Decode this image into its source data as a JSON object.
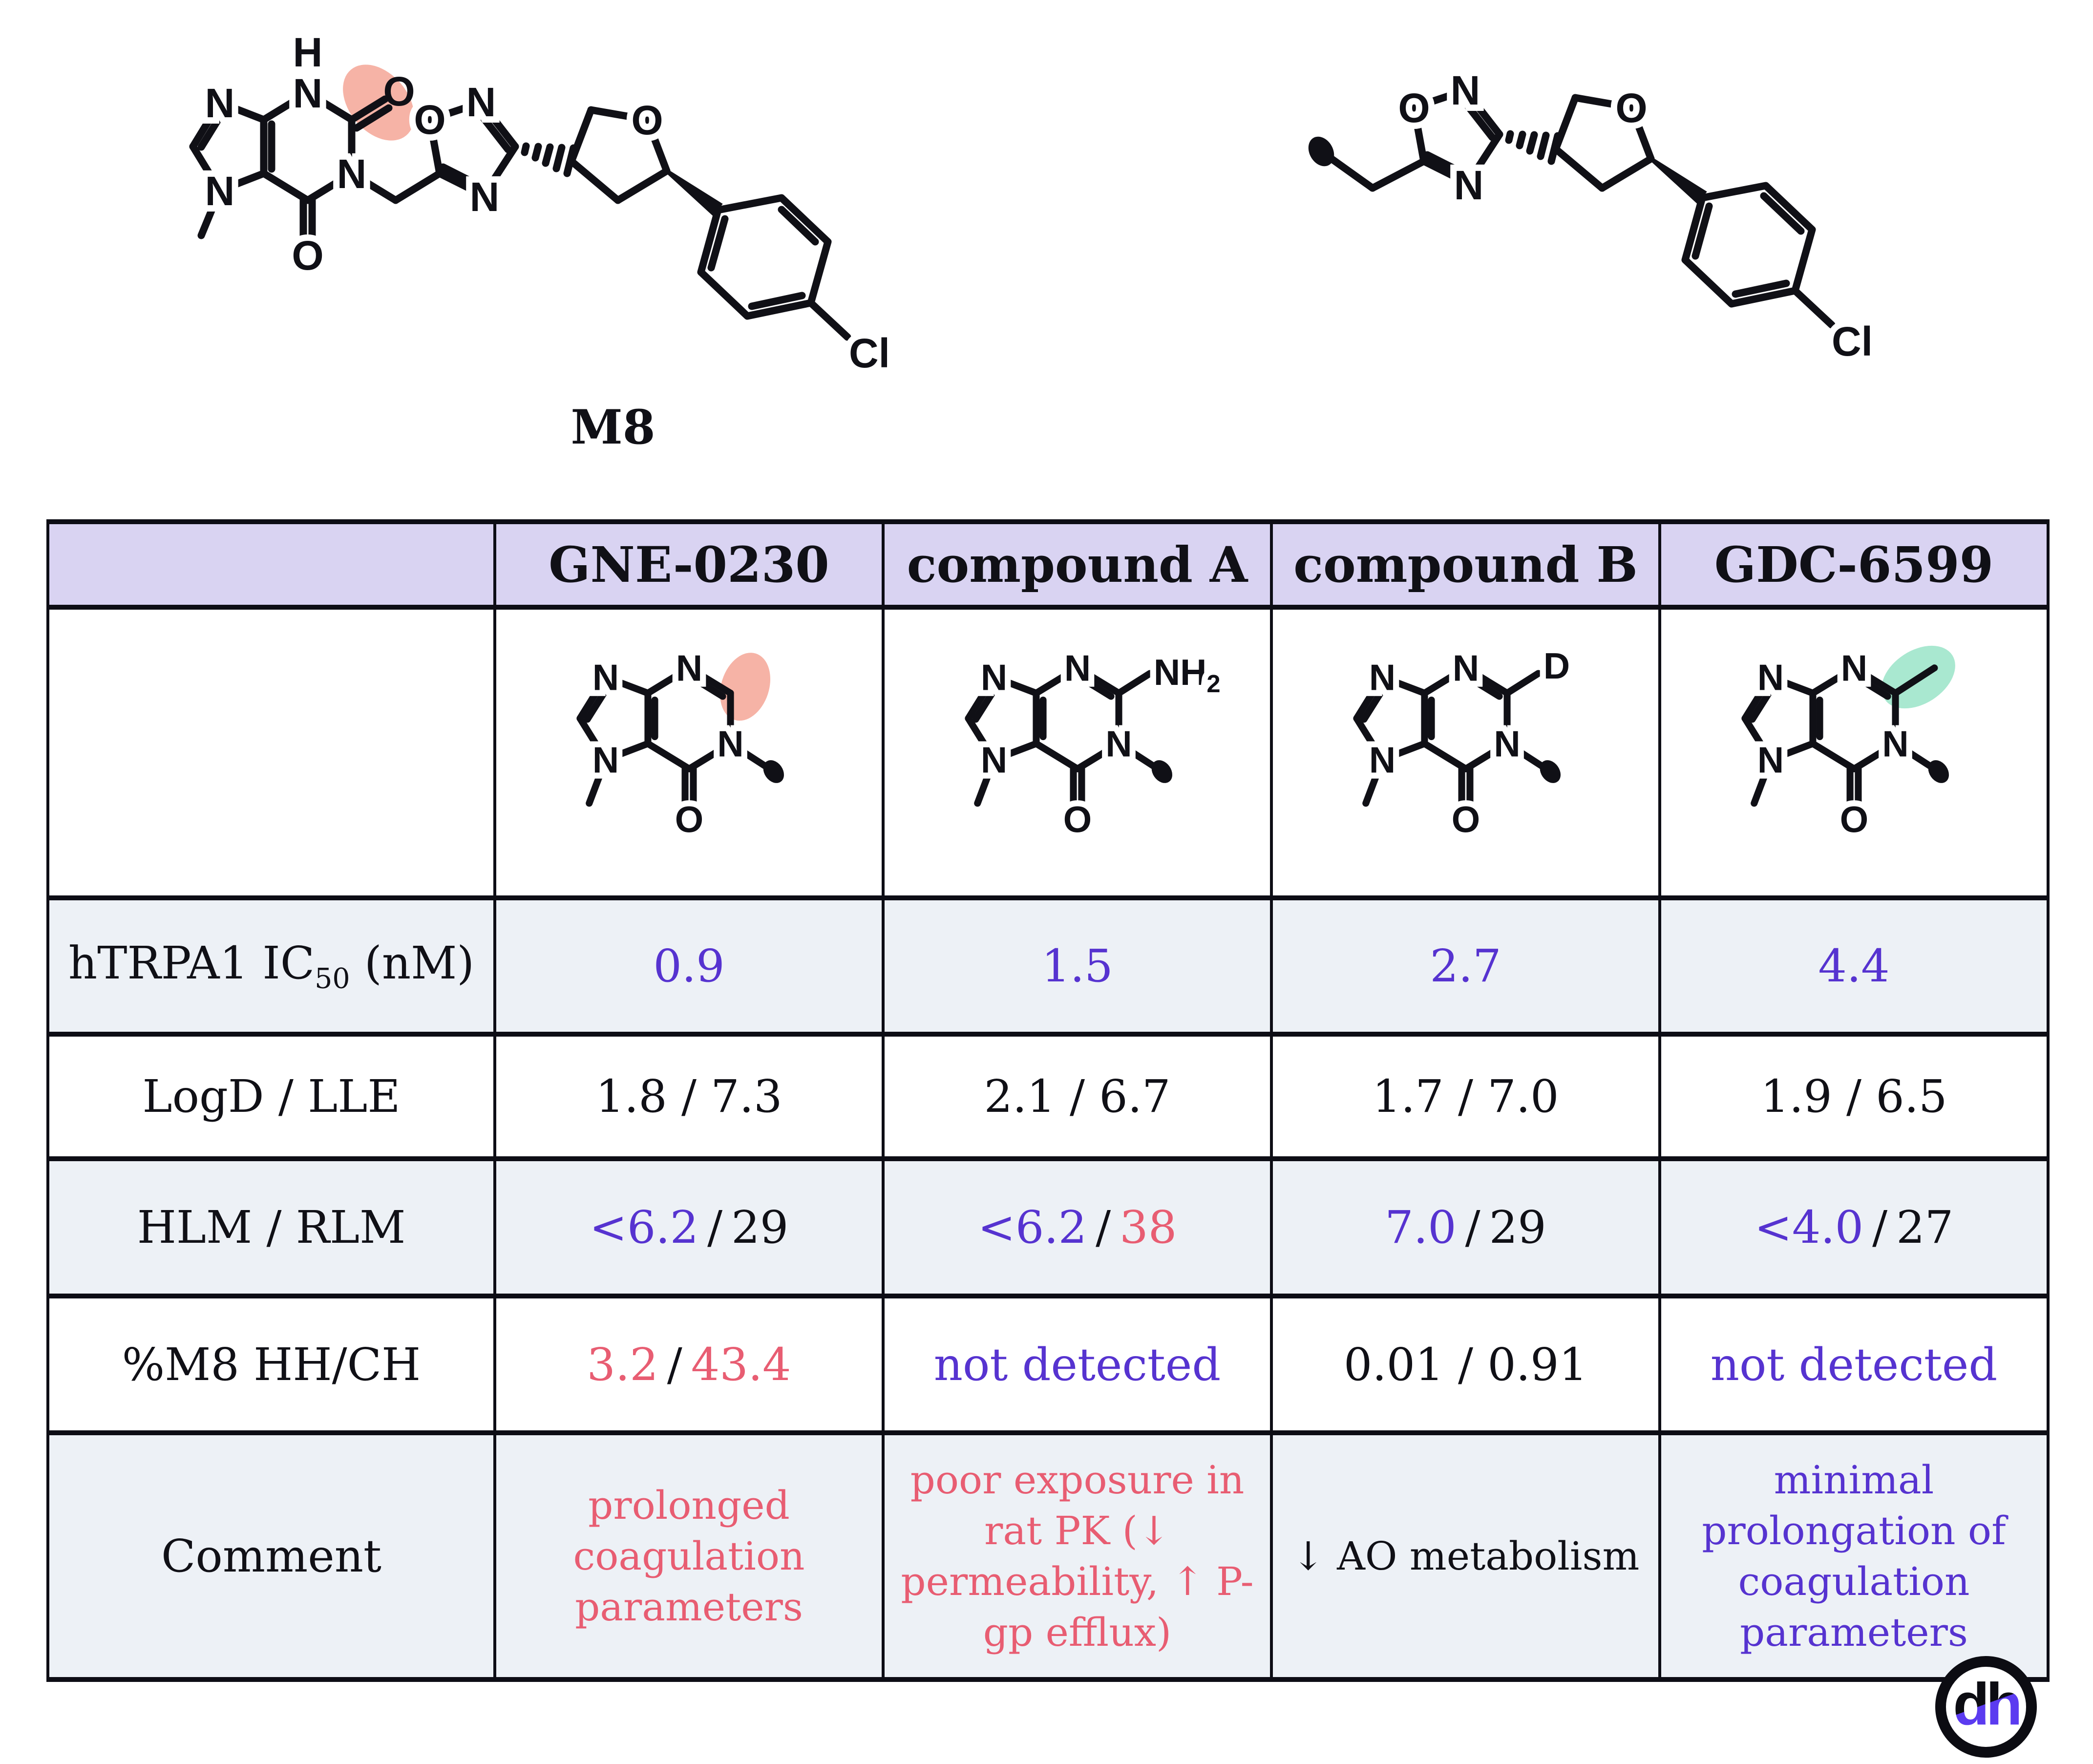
{
  "colors": {
    "accent_purple": "#5633d0",
    "accent_red": "#e85d72",
    "header_lavender": "#d9d3f2",
    "row_tint": "#edf1f6",
    "highlight_pink": "#f6b3a6",
    "highlight_green": "#a9e8d0",
    "logo_purple": "#5b3bf0"
  },
  "molecules": {
    "m8_label": "M8",
    "atoms": {
      "n": "N",
      "o": "O",
      "h": "H",
      "cl": "Cl",
      "d": "D",
      "nh": "NH",
      "sub2": "2"
    }
  },
  "table": {
    "headers": {
      "gne": "GNE-0230",
      "cpda": "compound A",
      "cpdb": "compound B",
      "gdc": "GDC-6599"
    },
    "rows": {
      "potency": {
        "label_main": "hTRPA1 IC",
        "label_sub": "50",
        "label_suffix": " (nM)",
        "gne": "0.9",
        "cpda": "1.5",
        "cpdb": "2.7",
        "gdc": "4.4"
      },
      "logd": {
        "label": "LogD / LLE",
        "gne": "1.8 / 7.3",
        "cpda": "2.1 / 6.7",
        "cpdb": "1.7 / 7.0",
        "gdc": "1.9 / 6.5"
      },
      "hlm": {
        "label": "HLM / RLM",
        "sep": "/",
        "gne_a": "<6.2",
        "gne_b": "29",
        "cpda_a": "<6.2",
        "cpda_b": "38",
        "cpdb_a": "7.0",
        "cpdb_b": "29",
        "gdc_a": "<4.0",
        "gdc_b": "27"
      },
      "m8": {
        "label": "%M8 HH/CH",
        "sep": "/",
        "gne_a": "3.2",
        "gne_b": "43.4",
        "cpda": "not detected",
        "cpdb": "0.01 / 0.91",
        "gdc": "not detected"
      },
      "comment": {
        "label": "Comment",
        "gne": "prolonged coagulation parameters",
        "cpda": "poor exposure in rat PK (↓ permeability, ↑ P-gp efflux)",
        "cpdb": "↓ AO metabolism",
        "gdc": "minimal prolongation of coagulation parameters"
      }
    }
  },
  "logo": {
    "text": "dh"
  }
}
